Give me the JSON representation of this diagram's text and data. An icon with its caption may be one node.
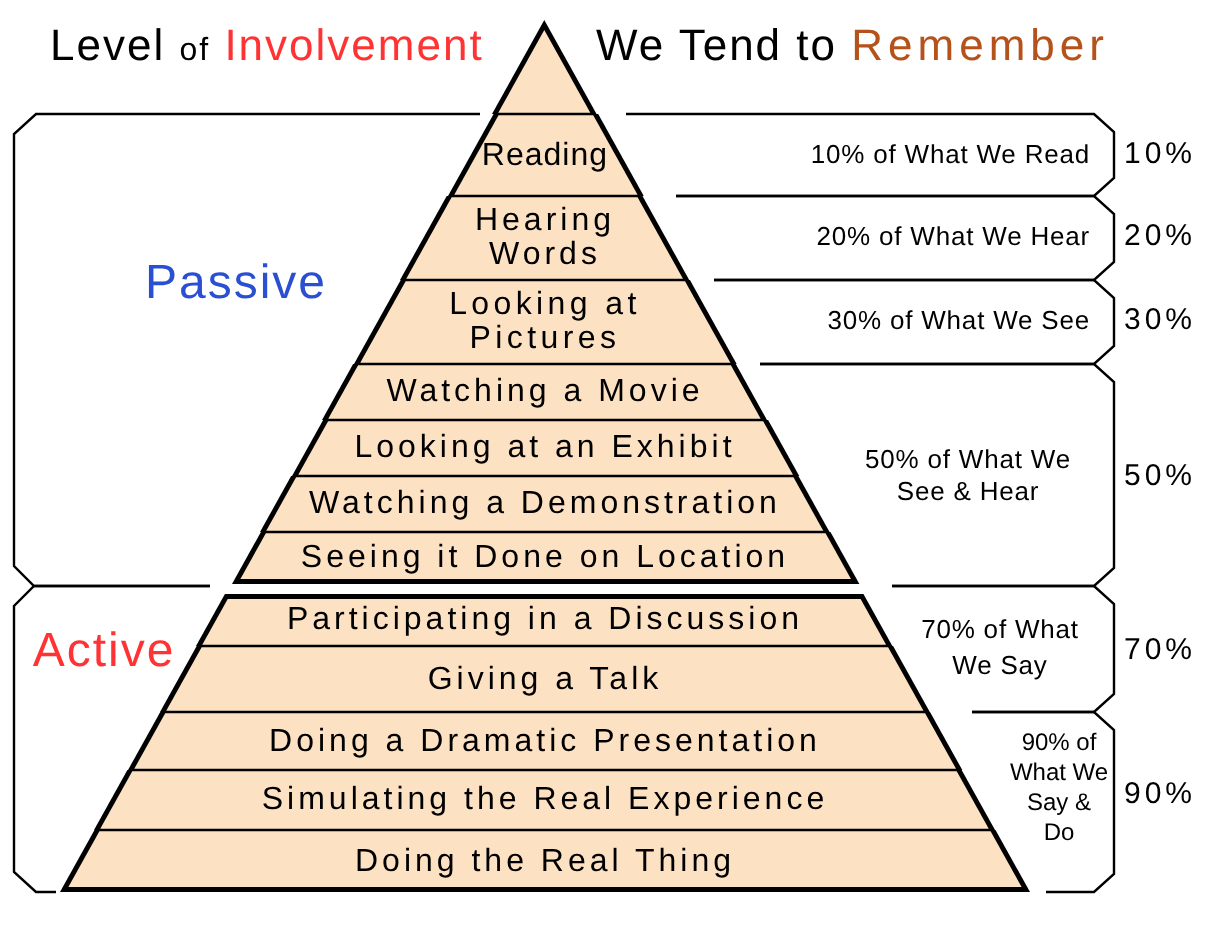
{
  "diagram": {
    "nodes": [
      {
        "text": [],
        "shape": "triangle"
      },
      {
        "text": [
          "Reading"
        ]
      },
      {
        "text": [
          "Hearing Words"
        ]
      },
      {
        "text": [
          "Looking at Pictures"
        ]
      },
      {
        "text": [
          "Watching a Movie"
        ]
      },
      {
        "text": [
          "Looking at an Exhibit"
        ]
      },
      {
        "text": [
          "Watching a Demonstration"
        ]
      },
      {
        "text": [
          "Seeing it Done on Location"
        ]
      },
      {
        "text": [
          "Participating in a Discussion"
        ]
      },
      {
        "text": [
          "Giving a Talk"
        ]
      },
      {
        "text": [
          "Doing a Dramatic Presentation"
        ]
      },
      {
        "text": [
          "Simulating the Real Experience"
        ]
      },
      {
        "text": [
          "Doing the Real Thing"
        ]
      }
    ],
    "labels": [
      "Level of Involvement",
      "We Tend to Remember",
      "10% of What We Read",
      "10%",
      "20% of What We Hear",
      "20%",
      "Passive",
      "30% of What We See",
      "30%",
      "50% of What We See & Hear",
      "50%",
      "Active",
      "70% of What We Say",
      "70%",
      "90% of What We Say & Do",
      "90%"
    ]
  }
}
